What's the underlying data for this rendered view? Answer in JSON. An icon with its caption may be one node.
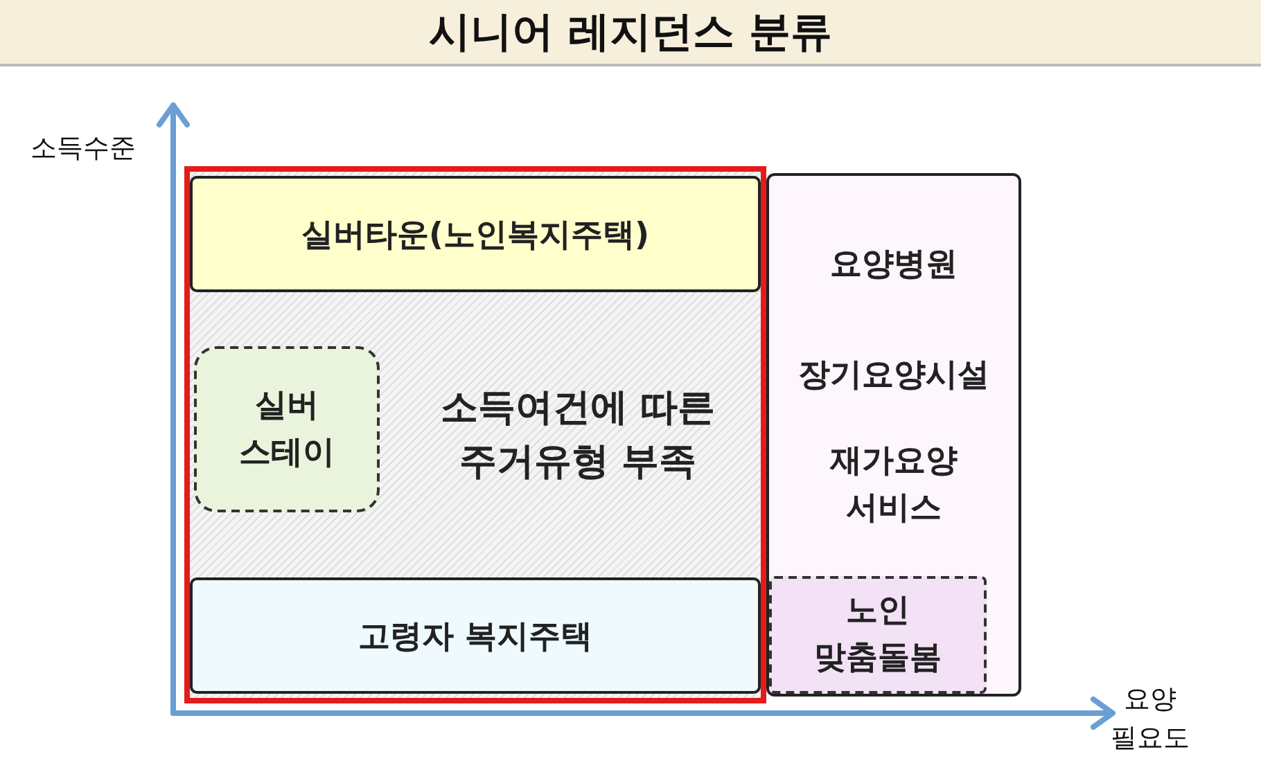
{
  "diagram": {
    "title": "시니어 레지던스 분류",
    "nodes": [
      {
        "text": [
          "소득여건에 따른 주거유형 부족"
        ]
      },
      {
        "text": [
          "실버타운(노인복지주택)"
        ],
        "in": 0
      },
      {
        "text": [
          "실버 스테이"
        ],
        "in": 0
      },
      {
        "text": [
          "고령자 복지주택"
        ],
        "in": 0
      },
      {
        "text": [
          "요양병원",
          "장기요양시설",
          "재가요양 서비스"
        ]
      },
      {
        "text": [
          "노인 맞춤돌봄"
        ],
        "in": 4
      }
    ],
    "labels": [
      "소득수준",
      "요양 필요도"
    ]
  }
}
